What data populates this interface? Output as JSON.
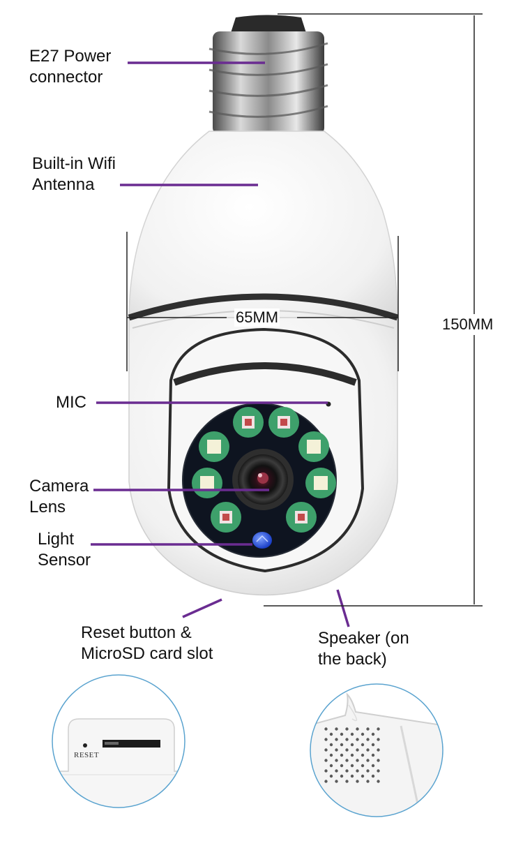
{
  "labels": {
    "power_connector": [
      "E27  Power",
      "connector"
    ],
    "wifi_antenna": [
      "Built-in Wifi",
      "Antenna"
    ],
    "mic": [
      "MIC"
    ],
    "camera_lens": [
      "Camera",
      "Lens"
    ],
    "light_sensor": [
      "Light",
      "Sensor"
    ],
    "reset_slot": [
      "Reset button &",
      "MicroSD card slot"
    ],
    "speaker": [
      "Speaker (on",
      "the back)"
    ]
  },
  "dimensions": {
    "width": "65MM",
    "height": "150MM"
  },
  "detail_reset_text": "RESET",
  "colors": {
    "leader_line": "#6a2c91",
    "dimension_line": "#222222",
    "led_ring": "#0e1420",
    "led_base": "#3ea06b",
    "white_led": "#f4f1d8",
    "ir_led": "#c24a4a",
    "sensor": "#1f4ed8",
    "body": "#f4f4f4"
  }
}
